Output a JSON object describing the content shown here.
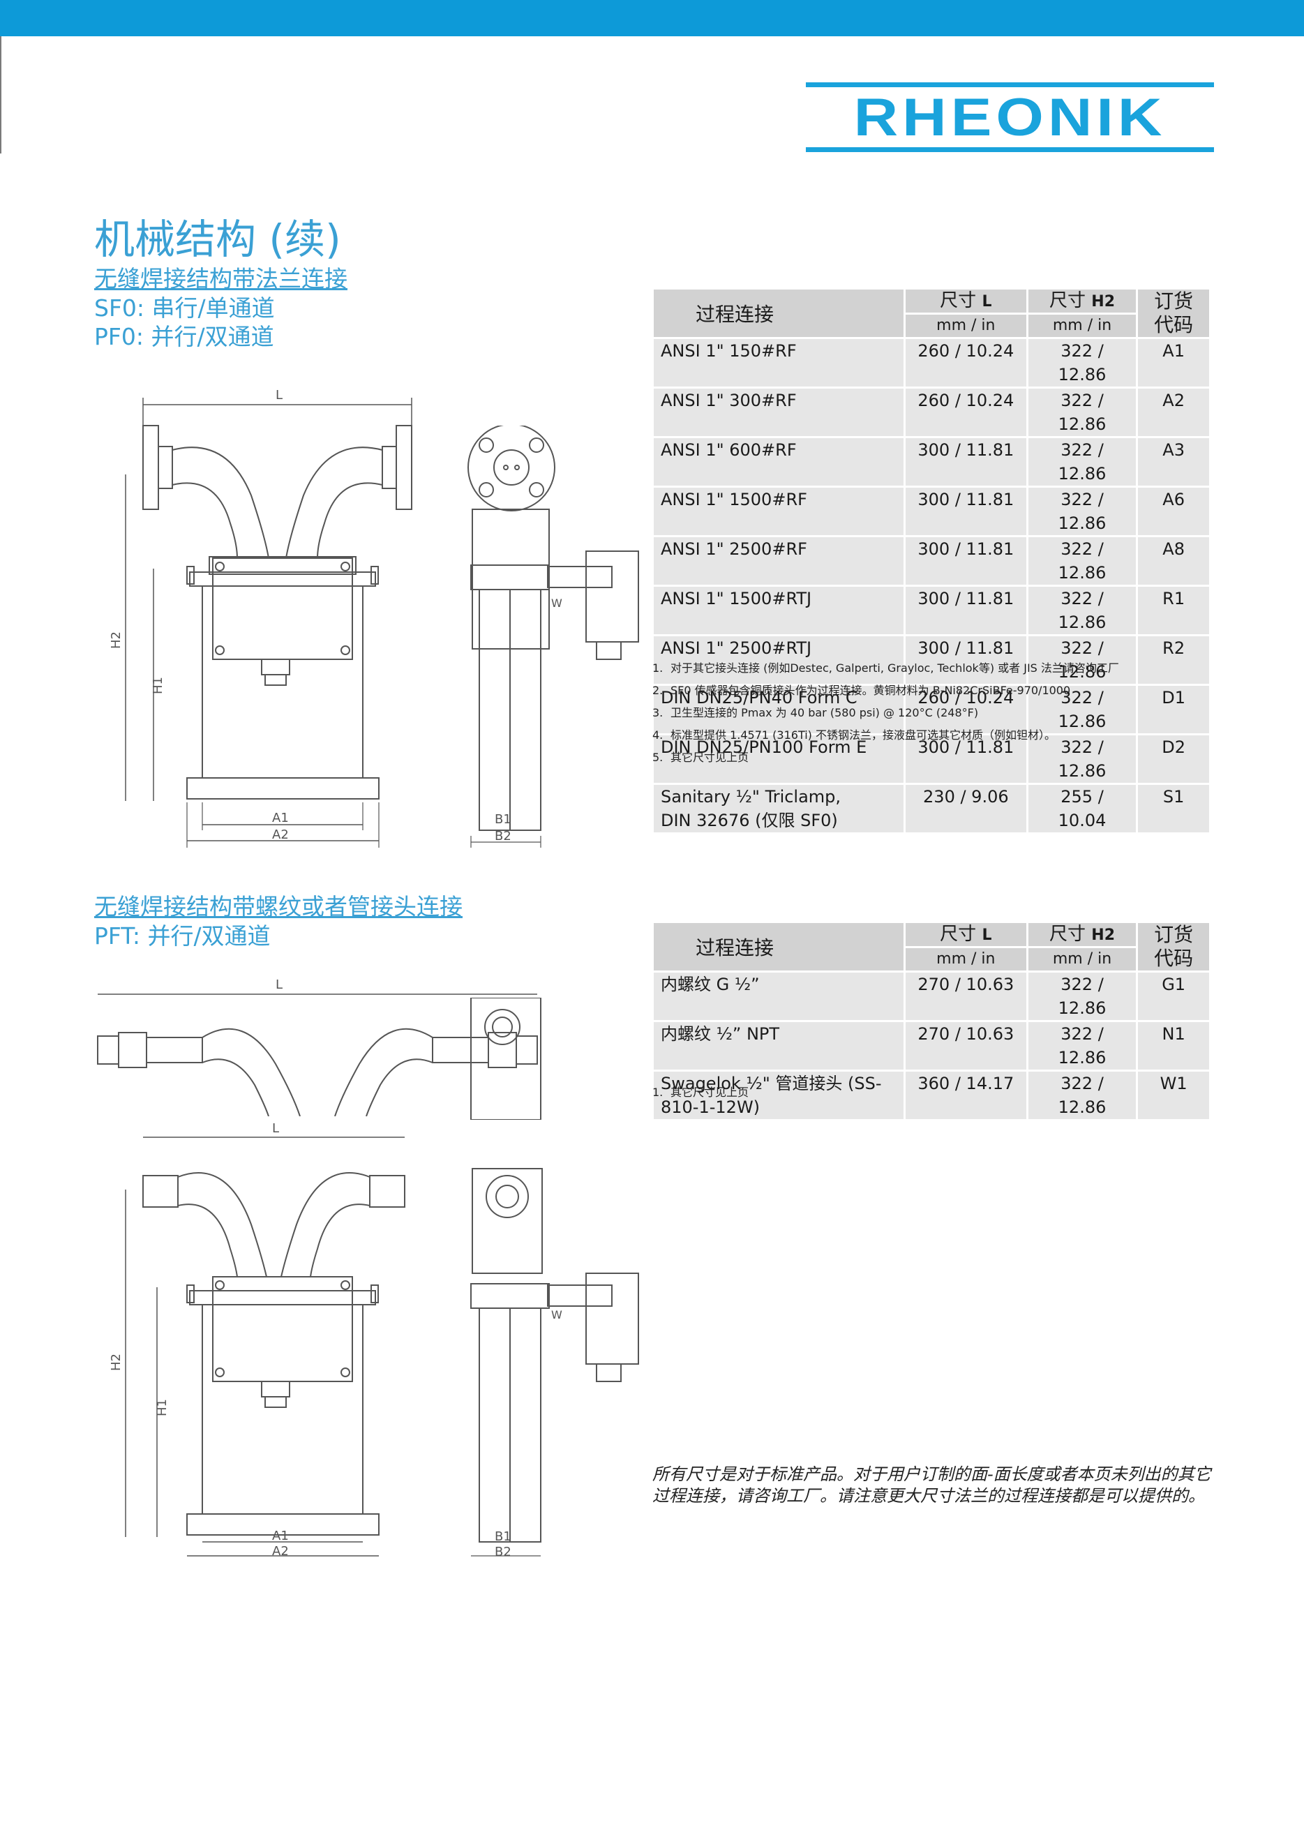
{
  "brand": {
    "logo_text": "RHEONIK",
    "accent": "#0d9ad8"
  },
  "page_title": "机械结构 (续)",
  "section1": {
    "link": "无缝焊接结构带法兰连接",
    "lines": [
      "SF0: 串行/单通道",
      "PF0: 并行/双通道"
    ],
    "table": {
      "headers": {
        "connection": "过程连接",
        "size_l": "尺寸",
        "size_l_unit": "L",
        "size_h2": "尺寸",
        "size_h2_unit": "H2",
        "mm_in_1": "mm / in",
        "mm_in_2": "mm / in",
        "code": "订货代码"
      },
      "rows": [
        {
          "connection": "ANSI 1\" 150#RF",
          "l": "260 / 10.24",
          "h2": "322 / 12.86",
          "code": "A1"
        },
        {
          "connection": "ANSI 1\" 300#RF",
          "l": "260 / 10.24",
          "h2": "322 / 12.86",
          "code": "A2"
        },
        {
          "connection": "ANSI 1\" 600#RF",
          "l": "300 / 11.81",
          "h2": "322 / 12.86",
          "code": "A3"
        },
        {
          "connection": "ANSI 1\" 1500#RF",
          "l": "300 / 11.81",
          "h2": "322 / 12.86",
          "code": "A6"
        },
        {
          "connection": "ANSI 1\" 2500#RF",
          "l": "300 / 11.81",
          "h2": "322 / 12.86",
          "code": "A8"
        },
        {
          "connection": "ANSI 1\" 1500#RTJ",
          "l": "300 / 11.81",
          "h2": "322 / 12.86",
          "code": "R1"
        },
        {
          "connection": "ANSI 1\" 2500#RTJ",
          "l": "300 / 11.81",
          "h2": "322 / 12.86",
          "code": "R2"
        },
        {
          "connection": "DIN DN25/PN40 Form C",
          "l": "260 / 10.24",
          "h2": "322 / 12.86",
          "code": "D1"
        },
        {
          "connection": "DIN DN25/PN100 Form E",
          "l": "300 / 11.81",
          "h2": "322 / 12.86",
          "code": "D2"
        },
        {
          "connection": "Sanitary ½\" Triclamp,",
          "connection2": "DIN 32676 (仅限 SF0)",
          "l": "230 / 9.06",
          "h2": "255 / 10.04",
          "code": "S1"
        }
      ]
    },
    "notes": [
      {
        "n": "1.",
        "text": "对于其它接头连接 (例如Destec, Galperti, Grayloc, Techlok等) 或者 JIS 法兰请咨询工厂"
      },
      {
        "n": "2.",
        "text": "SF0 传感器包含铜质接头作为过程连接。黄铜材料为 B-Ni82CrSiBFe-970/1000"
      },
      {
        "n": "3.",
        "text": "卫生型连接的 Pmax 为 40 bar (580 psi) @ 120°C (248°F)"
      },
      {
        "n": "4.",
        "text": "标准型提供 1.4571 (316Ti) 不锈钢法兰，接液盘可选其它材质（例如钽材）。"
      },
      {
        "n": "5.",
        "text": "其它尺寸见上页"
      }
    ]
  },
  "section2": {
    "link": "无缝焊接结构带螺纹或者管接头连接",
    "lines": [
      "PFT: 并行/双通道"
    ],
    "table": {
      "headers": {
        "connection": "过程连接",
        "size_l": "尺寸",
        "size_l_unit": "L",
        "size_h2": "尺寸",
        "size_h2_unit": "H2",
        "mm_in_1": "mm / in",
        "mm_in_2": "mm / in",
        "code": "订货代码"
      },
      "rows": [
        {
          "connection": "内螺纹 G ½”",
          "l": "270 / 10.63",
          "h2": "322 / 12.86",
          "code": "G1"
        },
        {
          "connection": "内螺纹 ½” NPT",
          "l": "270 / 10.63",
          "h2": "322 / 12.86",
          "code": "N1"
        },
        {
          "connection": "Swagelok ½\" 管道接头 (SS-",
          "connection2": "810-1-12W)",
          "l": "360 / 14.17",
          "h2": "322 / 12.86",
          "code": "W1"
        }
      ]
    },
    "notes": [
      {
        "n": "1.",
        "text": "其它尺寸见上页"
      }
    ]
  },
  "drawing_labels": {
    "L": "L",
    "H1": "H1",
    "H2": "H2",
    "A1": "A1",
    "A2": "A2",
    "B1": "B1",
    "B2": "B2",
    "W": "W"
  },
  "footer_note": "所有尺寸是对于标准产品。对于用户订制的面-面长度或者本页未列出的其它过程连接，请咨询工厂。请注意更大尺寸法兰的过程连接都是可以提供的。"
}
